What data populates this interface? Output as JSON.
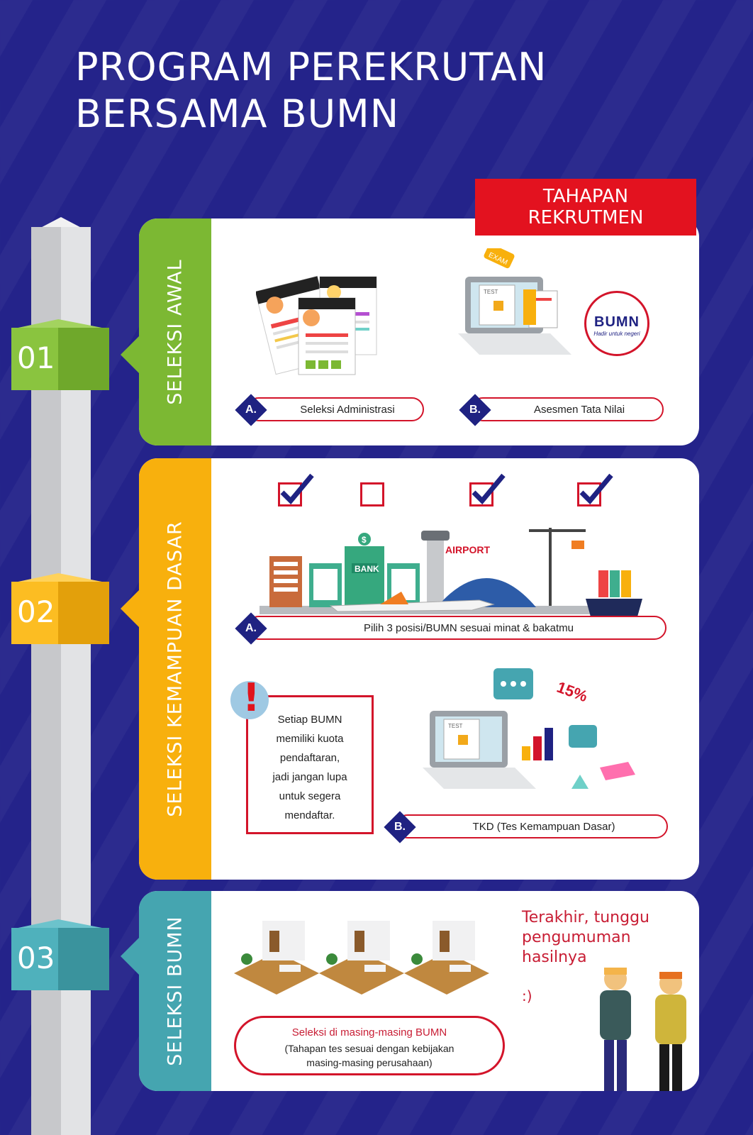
{
  "title": {
    "line1": "PROGRAM PEREKRUTAN",
    "line2": "BERSAMA BUMN"
  },
  "tag": {
    "line1": "TAHAPAN",
    "line2": "REKRUTMEN"
  },
  "sections": [
    {
      "number": "01",
      "label": "SELEKSI AWAL",
      "color": "#7cb833",
      "steps": [
        {
          "letter": "A.",
          "text": "Seleksi Administrasi"
        },
        {
          "letter": "B.",
          "text": "Asesmen Tata Nilai"
        }
      ],
      "images": {
        "laptop_test": "TEST",
        "exam_tag": "EXAM",
        "logo": "BUMN",
        "logo_tagline": "Hadir untuk negeri"
      }
    },
    {
      "number": "02",
      "label": "SELEKSI KEMAMPUAN DASAR",
      "color": "#f8b00d",
      "steps": [
        {
          "letter": "A.",
          "text": "Pilih 3 posisi/BUMN sesuai minat & bakatmu"
        },
        {
          "letter": "B.",
          "text": "TKD (Tes Kemampuan Dasar)"
        }
      ],
      "note": [
        "Setiap BUMN",
        "memiliki kuota",
        "pendaftaran,",
        "jadi jangan lupa",
        "untuk segera",
        "mendaftar."
      ],
      "checkboxes": [
        true,
        false,
        true,
        true
      ],
      "images": {
        "bank": "BANK",
        "dollar": "$",
        "airport": "AIRPORT",
        "laptop_test": "TEST",
        "percent": "15%"
      }
    },
    {
      "number": "03",
      "label": "SELEKSI BUMN",
      "color": "#45a5b0",
      "pill": {
        "line1": "Seleksi di masing-masing BUMN",
        "line2": "(Tahapan tes sesuai dengan kebijakan",
        "line3": "masing-masing perusahaan)"
      },
      "final": [
        "Terakhir, tunggu",
        "pengumuman",
        "hasilnya"
      ],
      "smile": ":)"
    }
  ],
  "colors": {
    "background": "#24238a",
    "accent_red": "#d3142a",
    "navy": "#1f2282"
  }
}
